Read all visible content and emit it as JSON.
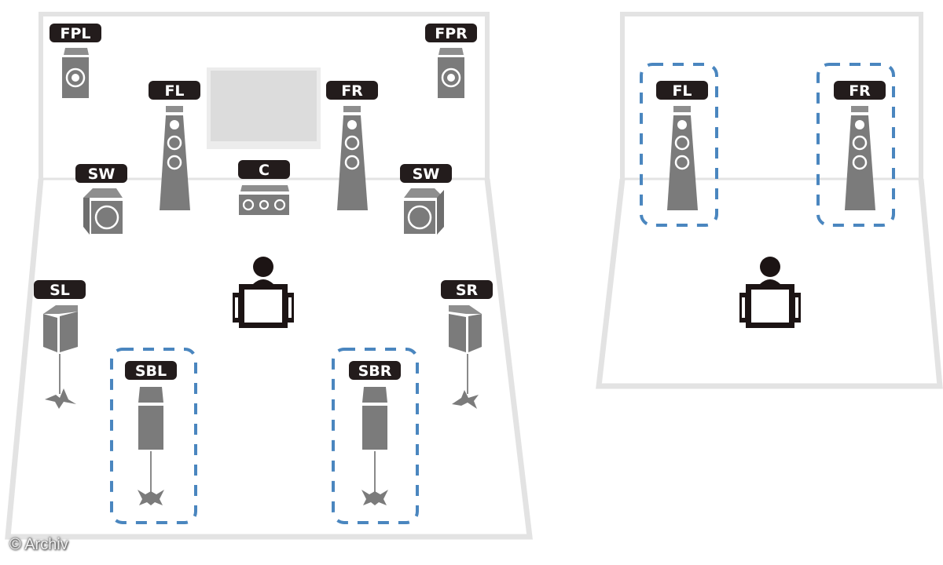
{
  "colors": {
    "wall": "#e3e3e3",
    "speaker": "#7b7b7b",
    "speaker_top": "#8e8e8e",
    "label_bg": "#231c1c",
    "label_text": "#ffffff",
    "highlight_dash": "#4a86bf",
    "listener": "#1c1414",
    "screen": "#dcdcdc"
  },
  "diagrams": [
    {
      "name": "full-layout",
      "speakers": [
        {
          "id": "fpl",
          "label": "FPL",
          "type": "presence"
        },
        {
          "id": "fpr",
          "label": "FPR",
          "type": "presence"
        },
        {
          "id": "fl",
          "label": "FL",
          "type": "tower"
        },
        {
          "id": "fr",
          "label": "FR",
          "type": "tower"
        },
        {
          "id": "c",
          "label": "C",
          "type": "center"
        },
        {
          "id": "swl",
          "label": "SW",
          "type": "subwoofer"
        },
        {
          "id": "swr",
          "label": "SW",
          "type": "subwoofer"
        },
        {
          "id": "sl",
          "label": "SL",
          "type": "surround"
        },
        {
          "id": "sr",
          "label": "SR",
          "type": "surround"
        },
        {
          "id": "sbl",
          "label": "SBL",
          "type": "back",
          "highlighted": true
        },
        {
          "id": "sbr",
          "label": "SBR",
          "type": "back",
          "highlighted": true
        }
      ],
      "listener": "listener-seat",
      "screen": "tv-screen"
    },
    {
      "name": "front-only-layout",
      "speakers": [
        {
          "id": "fl2",
          "label": "FL",
          "type": "tower",
          "highlighted": true
        },
        {
          "id": "fr2",
          "label": "FR",
          "type": "tower",
          "highlighted": true
        }
      ],
      "listener": "listener-seat"
    }
  ],
  "credit": "© Archiv"
}
